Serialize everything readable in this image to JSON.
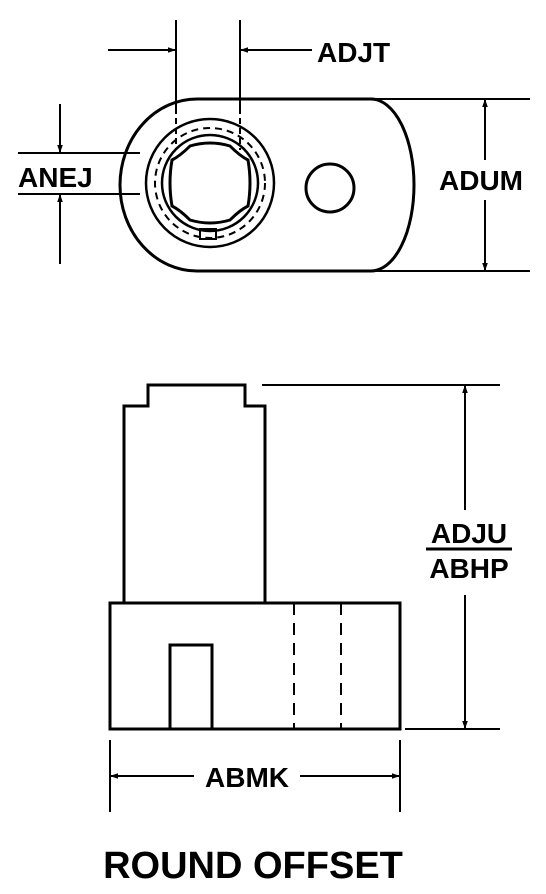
{
  "labels": {
    "adjt": "ADJT",
    "anej": "ANEJ",
    "adum": "ADUM",
    "adju": "ADJU",
    "abhp": "ABHP",
    "abmk": "ABMK"
  },
  "caption": "ROUND OFFSET",
  "colors": {
    "ink": "#000000",
    "paper": "#ffffff"
  }
}
